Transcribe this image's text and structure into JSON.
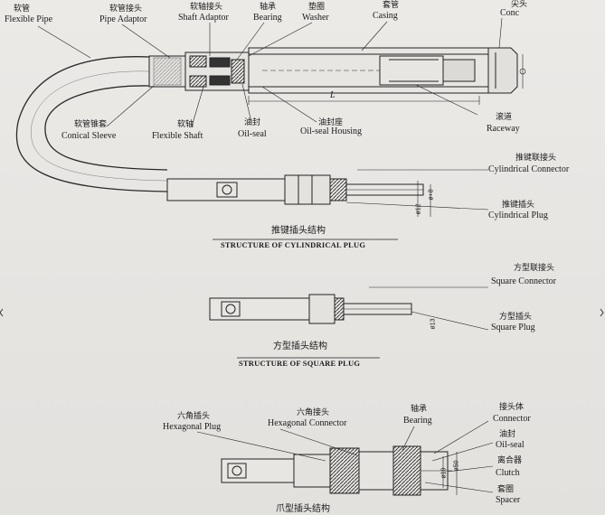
{
  "top": {
    "flexible_pipe": {
      "zh": "软管",
      "en": "Flexible Pipe"
    },
    "pipe_adaptor": {
      "zh": "软管接头",
      "en": "Pipe Adaptor"
    },
    "shaft_adaptor": {
      "zh": "软轴接头",
      "en": "Shaft Adaptor"
    },
    "bearing": {
      "zh": "轴承",
      "en": "Bearing"
    },
    "washer": {
      "zh": "垫圈",
      "en": "Washer"
    },
    "casing": {
      "zh": "套管",
      "en": "Casing"
    },
    "conc": {
      "zh": "尖头",
      "en": "Conc"
    },
    "conical_sleeve": {
      "zh": "软管锥套",
      "en": "Conical Sleeve"
    },
    "flexible_shaft": {
      "zh": "软轴",
      "en": "Flexible Shaft"
    },
    "oil_seal": {
      "zh": "油封",
      "en": "Oil-seal"
    },
    "oil_seal_housing": {
      "zh": "油封座",
      "en": "Oil-seal Housing"
    },
    "raceway": {
      "zh": "滚道",
      "en": "Raceway"
    },
    "dim_L": "L"
  },
  "cylindrical": {
    "connector": {
      "zh": "推键联接头",
      "en": "Cylindrical Connector"
    },
    "plug": {
      "zh": "推键插头",
      "en": "Cylindrical Plug"
    },
    "dim_a": "ø12",
    "dim_b": "ø+8",
    "title_zh": "推键插头结构",
    "title_en": "STRUCTURE OF CYLINDRICAL PLUG"
  },
  "square": {
    "connector": {
      "zh": "方型联接头",
      "en": "Square Connector"
    },
    "plug": {
      "zh": "方型插头",
      "en": "Square Plug"
    },
    "dim_a": "ø13",
    "title_zh": "方型插头结构",
    "title_en": "STRUCTURE OF SQUARE PLUG"
  },
  "hexagonal": {
    "plug": {
      "zh": "六角插头",
      "en": "Hexagonal Plug"
    },
    "connector": {
      "zh": "六角接头",
      "en": "Hexagonal Connector"
    },
    "bearing": {
      "zh": "轴承",
      "en": "Bearing"
    },
    "connector_body": {
      "zh": "接头体",
      "en": "Connector"
    },
    "oil_seal": {
      "zh": "油封",
      "en": "Oil-seal"
    },
    "clutch": {
      "zh": "离合器",
      "en": "Clutch"
    },
    "spacer": {
      "zh": "套圈",
      "en": "Spacer"
    },
    "dim_a": "ø19",
    "dim_b": "ø50",
    "title_zh": "爪型插头结构"
  }
}
